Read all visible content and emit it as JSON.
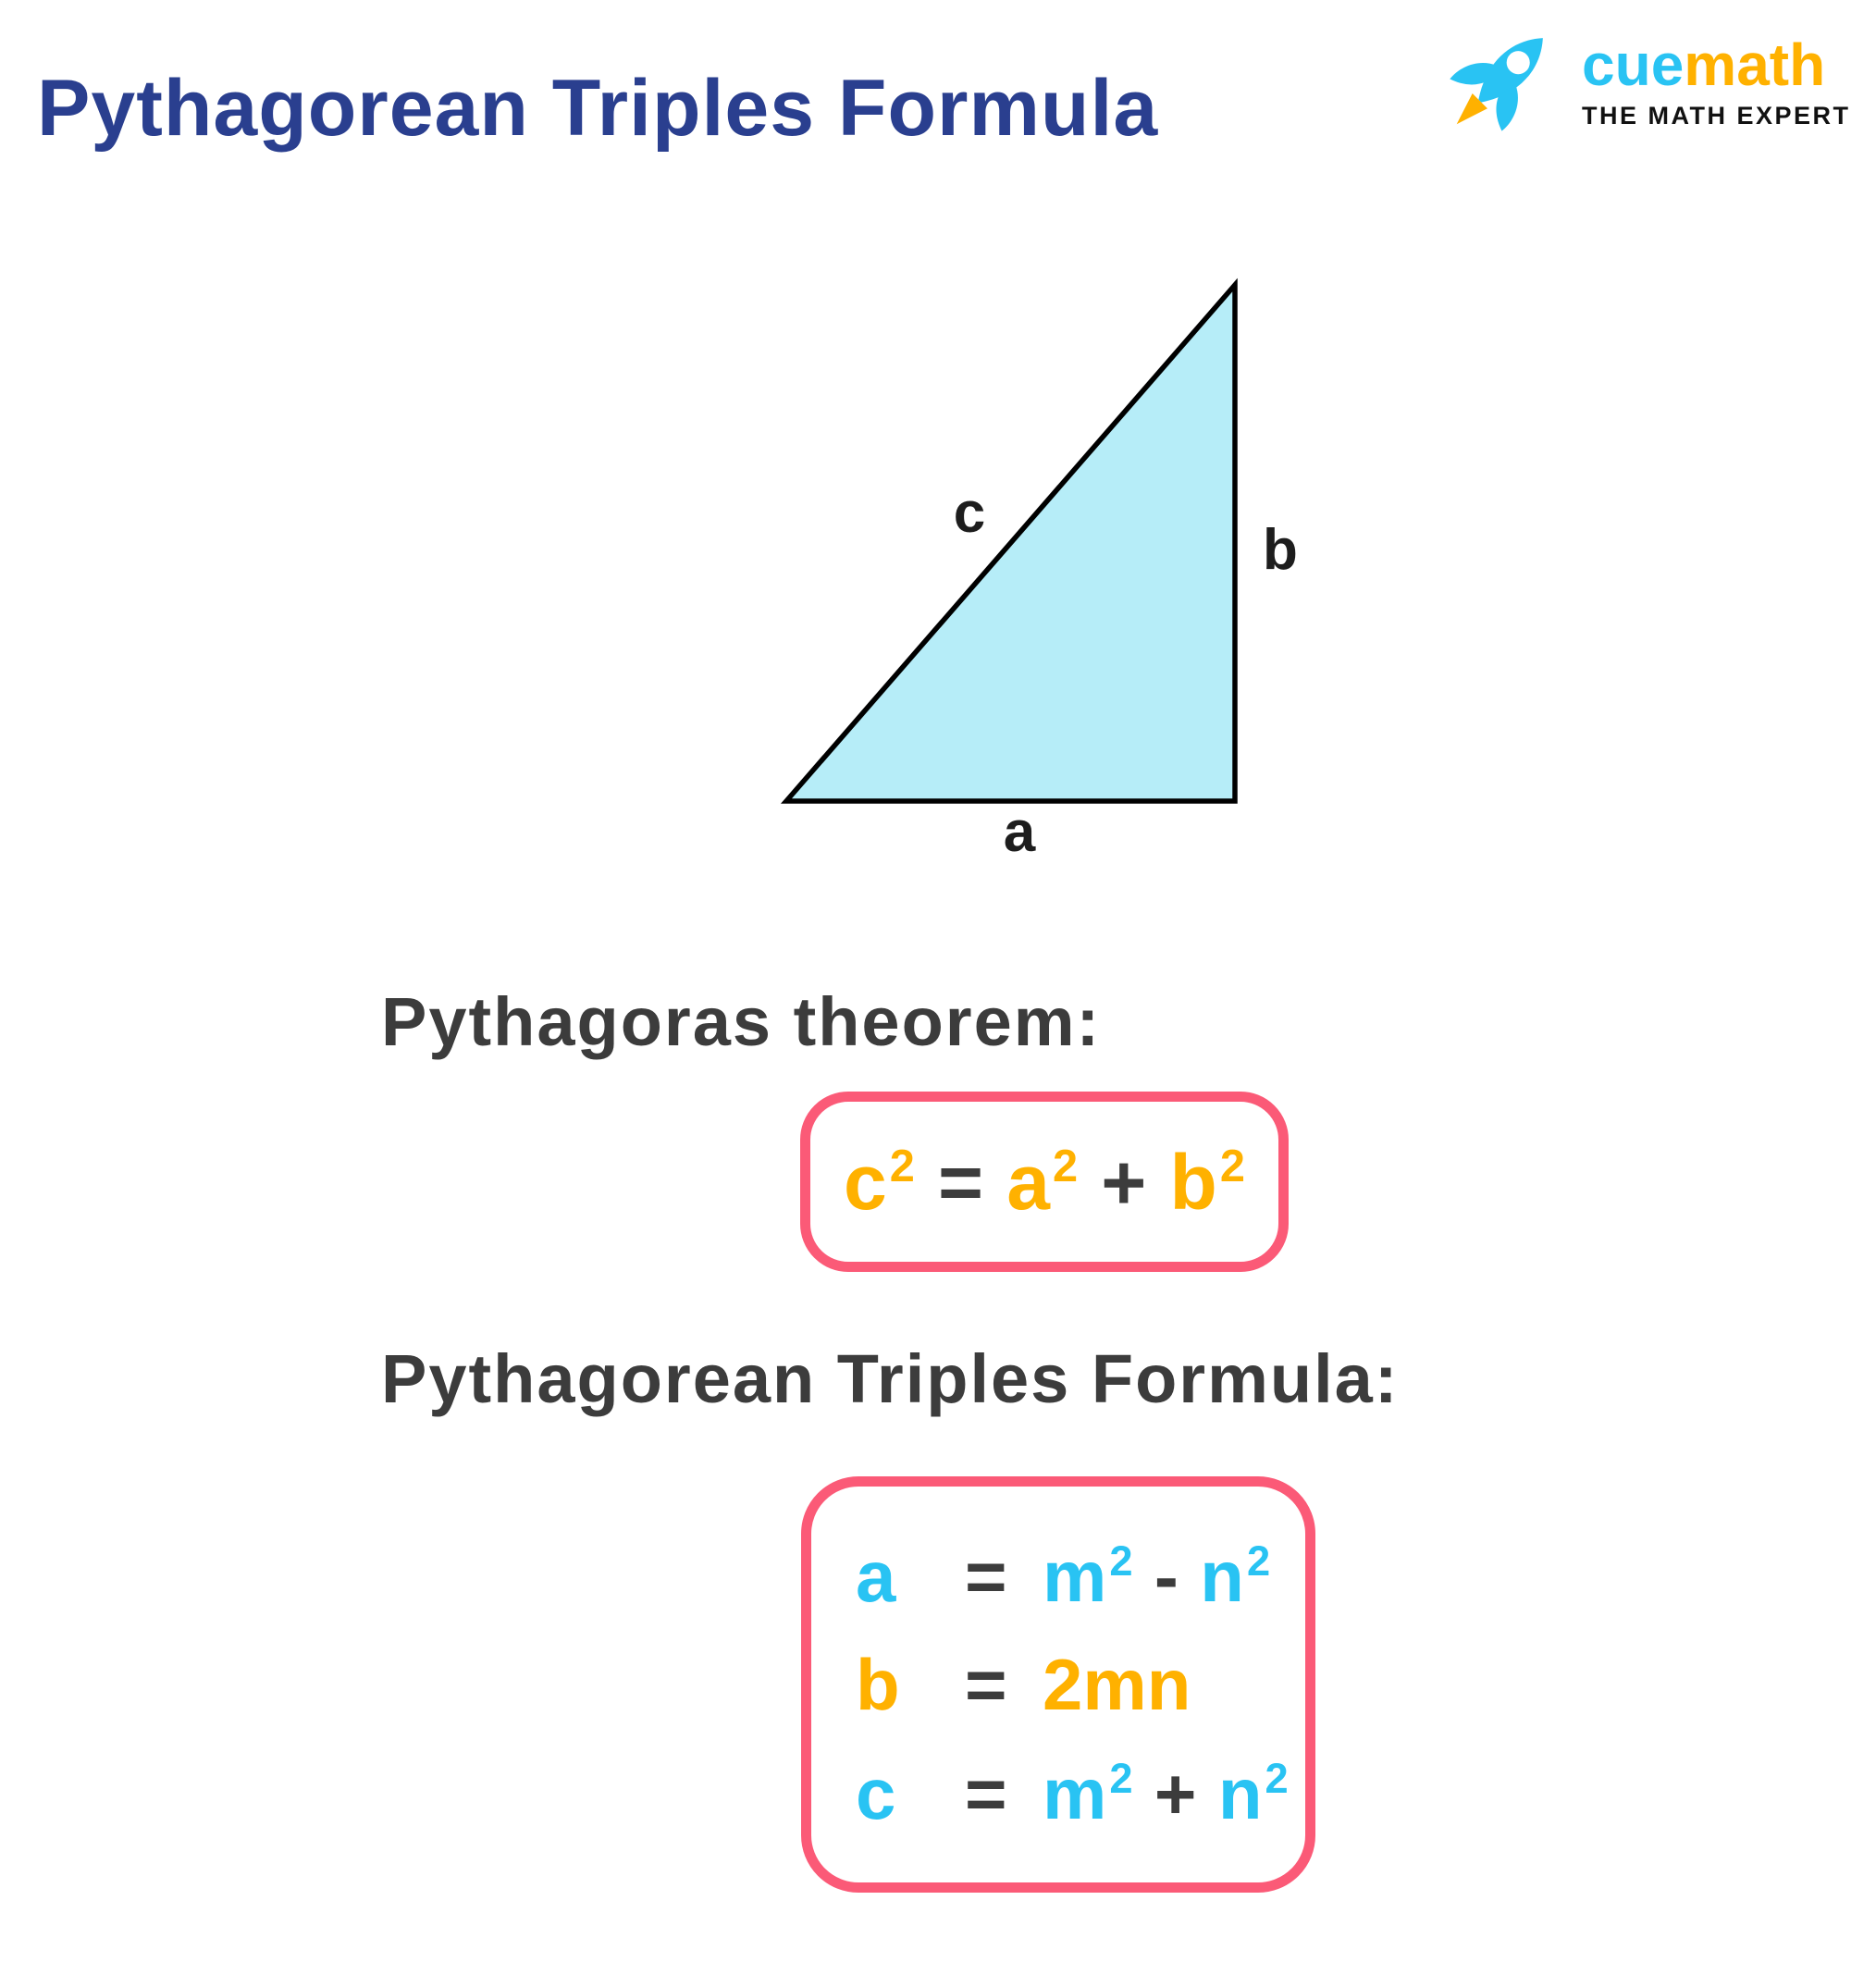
{
  "colors": {
    "navy": "#2a3f8f",
    "cyan": "#29c3f3",
    "orange": "#ffb100",
    "dark": "#3c3c3c",
    "pink": "#fb5a77",
    "triangle_fill": "#b6edf8",
    "label_black": "#1d1d1d",
    "background": "#ffffff"
  },
  "header": {
    "title": "Pythagorean Triples Formula",
    "logo": {
      "brand_cue": "cue",
      "brand_math": "math",
      "tagline": "THE MATH EXPERT",
      "icon": "rocket-icon"
    }
  },
  "triangle": {
    "label_hypotenuse": "c",
    "label_vertical": "b",
    "label_base": "a"
  },
  "theorem": {
    "heading": "Pythagoras theorem:",
    "formula": [
      {
        "t": "c",
        "c": "orange"
      },
      {
        "t": "2",
        "c": "orange",
        "sup": true
      },
      {
        "t": "=",
        "c": "dark",
        "op": true
      },
      {
        "t": "a",
        "c": "orange"
      },
      {
        "t": "2",
        "c": "orange",
        "sup": true
      },
      {
        "t": "+",
        "c": "dark",
        "op": true
      },
      {
        "t": "b",
        "c": "orange"
      },
      {
        "t": "2",
        "c": "orange",
        "sup": true
      }
    ]
  },
  "triples": {
    "heading": "Pythagorean Triples Formula:",
    "rows": [
      {
        "label": [
          {
            "t": "a",
            "c": "cyan"
          }
        ],
        "eq": [
          {
            "t": "=",
            "c": "dark"
          }
        ],
        "expr": [
          {
            "t": "m",
            "c": "cyan"
          },
          {
            "t": "2",
            "c": "cyan",
            "sup": true
          },
          {
            "t": "-",
            "c": "dark",
            "op": true
          },
          {
            "t": "n",
            "c": "cyan"
          },
          {
            "t": "2",
            "c": "cyan",
            "sup": true
          }
        ]
      },
      {
        "label": [
          {
            "t": "b",
            "c": "orange"
          }
        ],
        "eq": [
          {
            "t": "=",
            "c": "dark"
          }
        ],
        "expr": [
          {
            "t": "2mn",
            "c": "orange"
          }
        ]
      },
      {
        "label": [
          {
            "t": "c",
            "c": "cyan"
          }
        ],
        "eq": [
          {
            "t": "=",
            "c": "dark"
          }
        ],
        "expr": [
          {
            "t": "m",
            "c": "cyan"
          },
          {
            "t": "2",
            "c": "cyan",
            "sup": true
          },
          {
            "t": "+",
            "c": "dark",
            "op": true
          },
          {
            "t": "n",
            "c": "cyan"
          },
          {
            "t": "2",
            "c": "cyan",
            "sup": true
          }
        ]
      }
    ]
  }
}
